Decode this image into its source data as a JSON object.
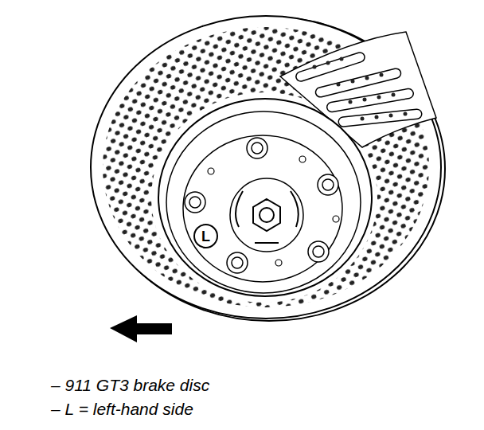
{
  "diagram": {
    "nodes": [
      {
        "text": [
          "L"
        ]
      }
    ],
    "labels": [
      "– 911 GT3 brake disc",
      "– L = left-hand side"
    ]
  }
}
